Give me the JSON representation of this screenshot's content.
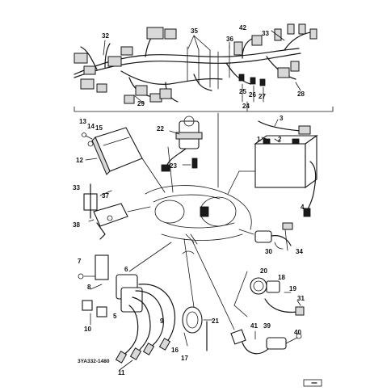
{
  "diagram": {
    "part_code": "3YA332-1480",
    "callouts": [
      {
        "id": "c32",
        "text": "32"
      },
      {
        "id": "c35",
        "text": "35"
      },
      {
        "id": "c36",
        "text": "36"
      },
      {
        "id": "c42",
        "text": "42"
      },
      {
        "id": "c33a",
        "text": "33"
      },
      {
        "id": "c28",
        "text": "28"
      },
      {
        "id": "c29",
        "text": "29"
      },
      {
        "id": "c25",
        "text": "25"
      },
      {
        "id": "c26",
        "text": "26"
      },
      {
        "id": "c27",
        "text": "27"
      },
      {
        "id": "c24",
        "text": "24"
      },
      {
        "id": "c13",
        "text": "13"
      },
      {
        "id": "c14",
        "text": "14"
      },
      {
        "id": "c15",
        "text": "15"
      },
      {
        "id": "c12",
        "text": "12"
      },
      {
        "id": "c22",
        "text": "22"
      },
      {
        "id": "c23",
        "text": "23"
      },
      {
        "id": "c3",
        "text": "3"
      },
      {
        "id": "c1",
        "text": "1"
      },
      {
        "id": "c2",
        "text": "2"
      },
      {
        "id": "c4",
        "text": "4"
      },
      {
        "id": "c33b",
        "text": "33"
      },
      {
        "id": "c37",
        "text": "37"
      },
      {
        "id": "c38",
        "text": "38"
      },
      {
        "id": "c30",
        "text": "30"
      },
      {
        "id": "c34",
        "text": "34"
      },
      {
        "id": "c7",
        "text": "7"
      },
      {
        "id": "c8",
        "text": "8"
      },
      {
        "id": "c6",
        "text": "6"
      },
      {
        "id": "c5",
        "text": "5"
      },
      {
        "id": "c20",
        "text": "20"
      },
      {
        "id": "c18",
        "text": "18"
      },
      {
        "id": "c19",
        "text": "19"
      },
      {
        "id": "c31",
        "text": "31"
      },
      {
        "id": "c10",
        "text": "10"
      },
      {
        "id": "c9",
        "text": "9"
      },
      {
        "id": "c21",
        "text": "21"
      },
      {
        "id": "c16",
        "text": "16"
      },
      {
        "id": "c17",
        "text": "17"
      },
      {
        "id": "c41",
        "text": "41"
      },
      {
        "id": "c39",
        "text": "39"
      },
      {
        "id": "c40",
        "text": "40"
      },
      {
        "id": "c11",
        "text": "11"
      }
    ]
  }
}
